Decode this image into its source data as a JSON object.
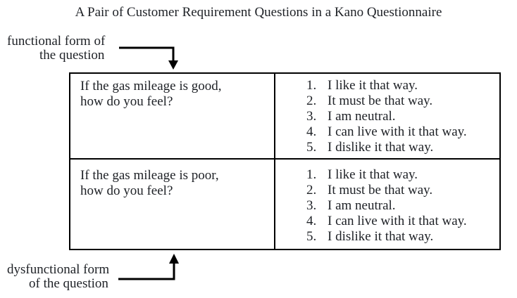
{
  "title": "A Pair of Customer Requirement Questions in a Kano Questionnaire",
  "labels": {
    "functional": {
      "line1": "functional form of",
      "line2": "the question"
    },
    "dysfunctional": {
      "line1": "dysfunctional form",
      "line2": "of the question"
    }
  },
  "table": {
    "rows": [
      {
        "question": {
          "line1": "If the gas mileage is good,",
          "line2": "how do you feel?"
        },
        "options": [
          {
            "num": "1.",
            "text": "I like it that way."
          },
          {
            "num": "2.",
            "text": "It must be that way."
          },
          {
            "num": "3.",
            "text": "I am neutral."
          },
          {
            "num": "4.",
            "text": "I can live with it that way."
          },
          {
            "num": "5.",
            "text": "I dislike it that way."
          }
        ]
      },
      {
        "question": {
          "line1": "If the gas mileage is poor,",
          "line2": "how do you feel?"
        },
        "options": [
          {
            "num": "1.",
            "text": "I like it that way."
          },
          {
            "num": "2.",
            "text": "It must be that way."
          },
          {
            "num": "3.",
            "text": "I am neutral."
          },
          {
            "num": "4.",
            "text": "I can live with it that way."
          },
          {
            "num": "5.",
            "text": "I dislike it that way."
          }
        ]
      }
    ]
  },
  "colors": {
    "text": "#1e2126",
    "line": "#000000"
  }
}
